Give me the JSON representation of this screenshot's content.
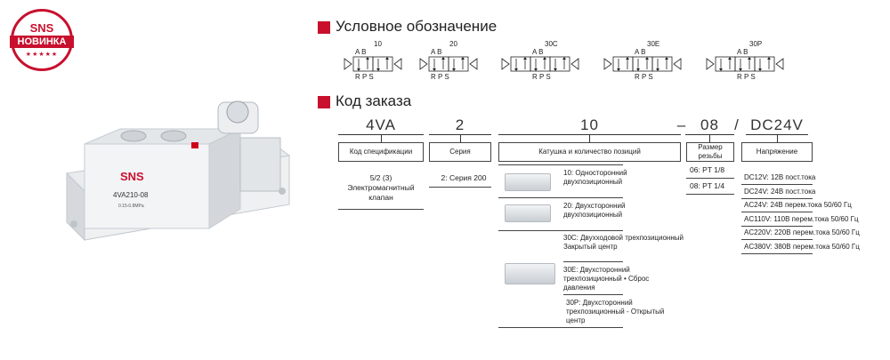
{
  "badge": {
    "brand": "SNS",
    "label": "НОВИНКА",
    "stars": "★★★★★"
  },
  "product": {
    "brand": "SNS",
    "model": "4VA210-08",
    "pressure": "0.15-0.8MPa"
  },
  "symbols_section": {
    "title": "Условное обозначение",
    "items": [
      {
        "code": "10",
        "ports_top": "A B",
        "ports_bottom": "R P S"
      },
      {
        "code": "20",
        "ports_top": "A B",
        "ports_bottom": "R P S"
      },
      {
        "code": "30C",
        "ports_top": "A B",
        "ports_bottom": "R P S"
      },
      {
        "code": "30E",
        "ports_top": "A B",
        "ports_bottom": "R P S"
      },
      {
        "code": "30P",
        "ports_top": "A B",
        "ports_bottom": "R P S"
      }
    ]
  },
  "order_section": {
    "title": "Код заказа",
    "codes": {
      "c1": "4VA",
      "c2": "2",
      "c3": "10",
      "dash": "–",
      "c4": "08",
      "slash": "/",
      "c5": "DC24V"
    },
    "headers": {
      "spec": "Код спецификации",
      "series": "Серия",
      "coil": "Катушка и количество позиций",
      "thread": "Размер резьбы",
      "voltage": "Напряжение"
    },
    "spec_value": "5/2 (3) Электромагнитный клапан",
    "series_value": "2: Серия 200",
    "coil_rows": [
      "10: Односторонний двухпозиционный",
      "20: Двухсторонний двухпозиционный",
      "30C: Двухходовой трехпозиционный Закрытый центр",
      "30E: Двухсторонний трехпозиционный • Сброс давления",
      "30P: Двухсторонний трехпозиционный - Открытый центр"
    ],
    "thread_rows": [
      "06: PT 1/8",
      "08: PT 1/4"
    ],
    "voltage_rows": [
      "DC12V: 12В пост.тока",
      "DC24V: 24В пост.тока",
      "AC24V: 24В перем.тока 50/60 Гц",
      "AC110V: 110В перем.тока 50/60 Гц",
      "AC220V: 220В перем.тока 50/60 Гц",
      "AC380V: 380В перем.тока 50/60 Гц"
    ]
  },
  "colors": {
    "accent": "#c8102e"
  }
}
